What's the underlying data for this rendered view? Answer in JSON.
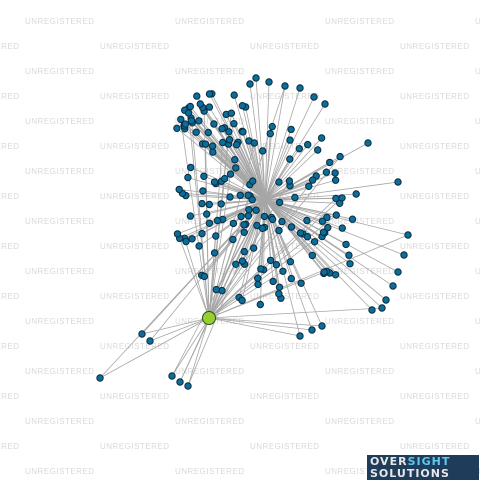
{
  "watermark": {
    "text": "UNREGISTERED"
  },
  "logo": {
    "line1_a": "OVER",
    "line1_b": "SIGHT",
    "line2": "SOLUTIONS"
  },
  "colors": {
    "background": "#ffffff",
    "edge": "#a6a6a6",
    "node": "#0b6d9b",
    "node_stroke": "#0a2c3d",
    "hub_node": "#9acd32",
    "logo_bg": "#1f3d5a",
    "logo_accent": "#5ec8f0"
  },
  "graph": {
    "type": "network",
    "node_count": 200,
    "highlighted_node_count": 1
  }
}
